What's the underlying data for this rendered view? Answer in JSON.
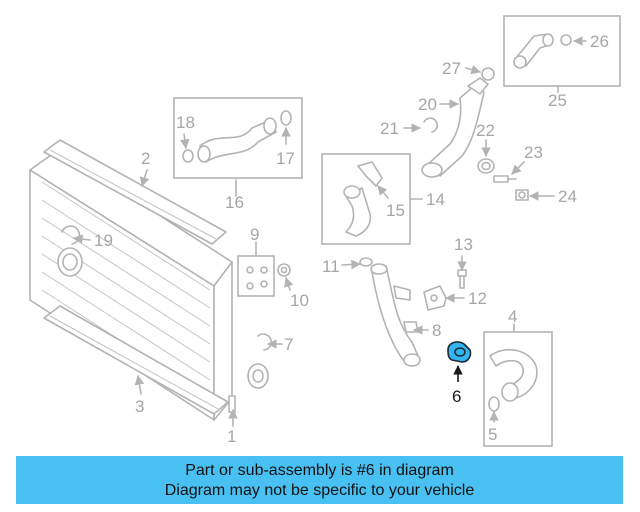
{
  "diagram": {
    "labels": {
      "l1": "1",
      "l2": "2",
      "l3": "3",
      "l4": "4",
      "l5": "5",
      "l6": "6",
      "l7": "7",
      "l8": "8",
      "l9": "9",
      "l10": "10",
      "l11": "11",
      "l12": "12",
      "l13": "13",
      "l14": "14",
      "l15": "15",
      "l16": "16",
      "l17": "17",
      "l18": "18",
      "l19": "19",
      "l20": "20",
      "l21": "21",
      "l22": "22",
      "l23": "23",
      "l24": "24",
      "l25": "25",
      "l26": "26",
      "l27": "27"
    },
    "highlighted_part": "6",
    "colors": {
      "highlight": "#33b5f0",
      "parts": "#b3b3b3",
      "banner": "#49c0f2"
    }
  },
  "banner": {
    "line1": "Part or sub-assembly is #6 in diagram",
    "line2": "Diagram may not be specific to your vehicle"
  }
}
